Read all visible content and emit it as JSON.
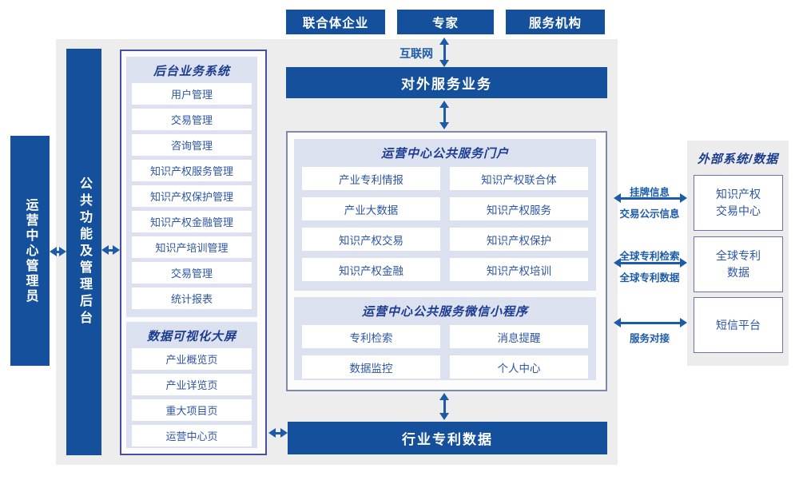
{
  "top_actors": {
    "consortium": "联合体企业",
    "experts": "专家",
    "agencies": "服务机构"
  },
  "internet_label": "互联网",
  "external_service_bar": "对外服务业务",
  "industry_data_bar": "行业专利数据",
  "left_rail": {
    "operator": "运营中心管理员",
    "admin_platform": "公共功能及管理后台"
  },
  "backend": {
    "title": "后台业务系统",
    "items": [
      "用户管理",
      "交易管理",
      "咨询管理",
      "知识产权服务管理",
      "知识产权保护管理",
      "知识产权金融管理",
      "知识产培训管理",
      "交易管理",
      "统计报表"
    ]
  },
  "dashboard": {
    "title": "数据可视化大屏",
    "items": [
      "产业概览页",
      "产业详览页",
      "重大项目页",
      "运营中心页"
    ]
  },
  "portal": {
    "title": "运营中心公共服务门户",
    "items": [
      "产业专利情报",
      "知识产权联合体",
      "产业大数据",
      "知识产权服务",
      "知识产权交易",
      "知识产权保护",
      "知识产权金融",
      "知识产权培训"
    ]
  },
  "miniprogram": {
    "title": "运营中心公共服务微信小程序",
    "items": [
      "专利检索",
      "消息提醒",
      "数据监控",
      "个人中心"
    ]
  },
  "external": {
    "title": "外部系统/数据",
    "systems": [
      "知识产权交易中心",
      "全球专利数据",
      "短信平台"
    ],
    "link_labels": {
      "l1_top": "挂牌信息",
      "l1_bottom": "交易公示信息",
      "l2_top": "全球专利检索",
      "l2_bottom": "全球专利数据",
      "l3_bottom": "服务对接"
    }
  },
  "colors": {
    "navy": "#15509d",
    "arrow_blue": "#1c5ba9",
    "panel_lavender": "#dce1f0",
    "item_text_blue": "#2d55a5",
    "title_navy": "#1b3c8f",
    "bg_main": "#ededee",
    "bg_right": "#ececec"
  }
}
